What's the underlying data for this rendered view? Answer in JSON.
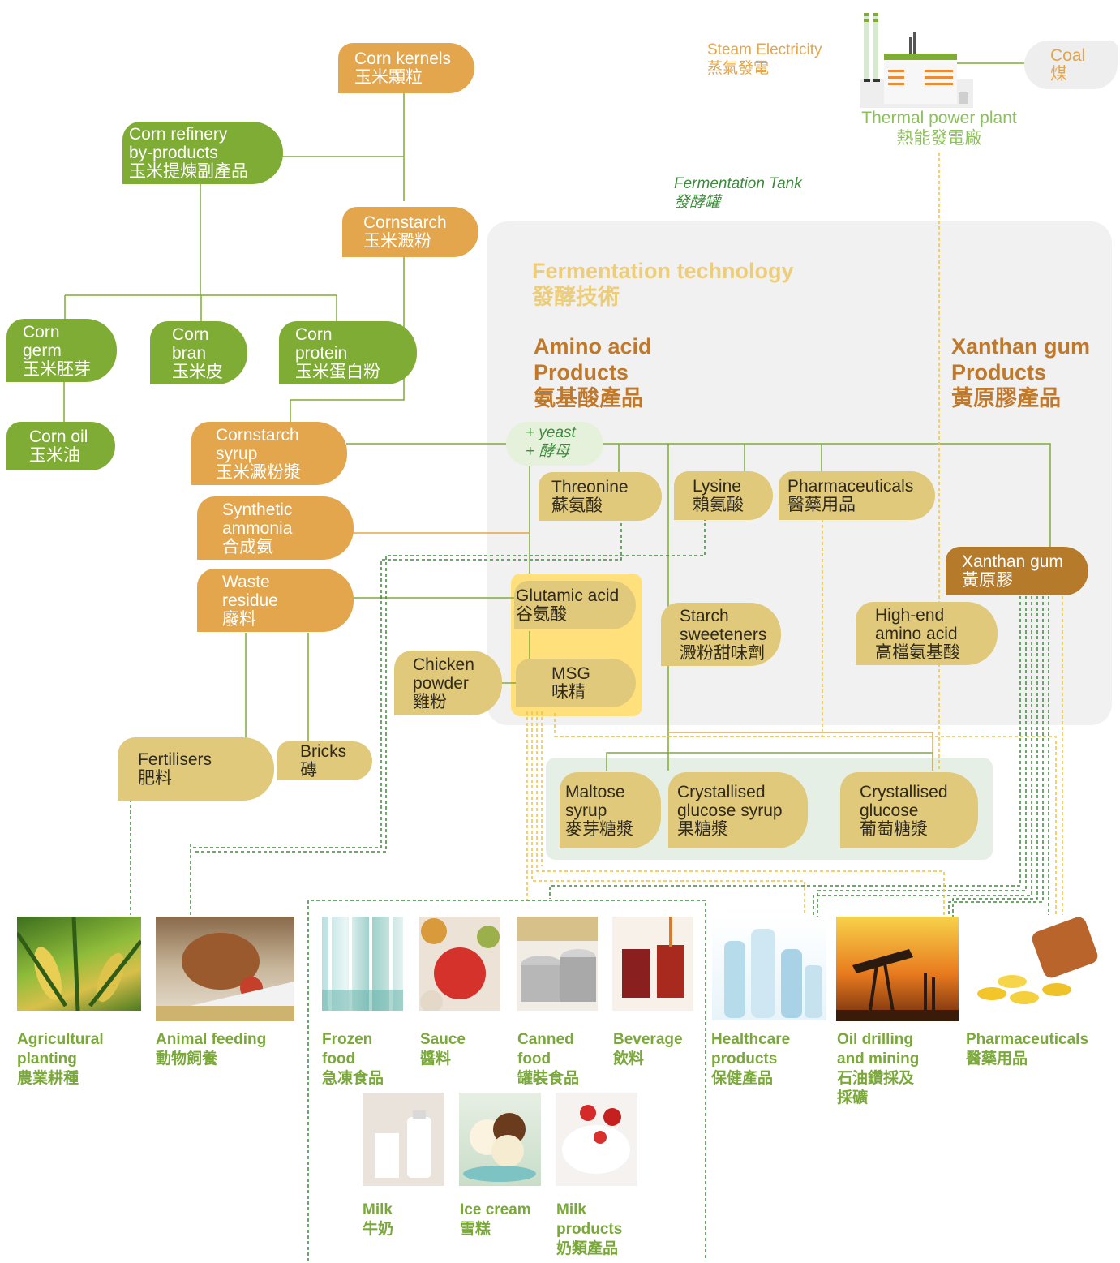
{
  "header": {
    "steam_en": "Steam Electricity",
    "steam_zh": "蒸氣發電",
    "coal_en": "Coal",
    "coal_zh": "煤",
    "plant_en": "Thermal power plant",
    "plant_zh": "熱能發電廠",
    "tank_en": "Fermentation Tank",
    "tank_zh": "發酵罐"
  },
  "fermentation": {
    "title_en": "Fermentation technology",
    "title_zh": "發酵技術",
    "amino_en1": "Amino acid",
    "amino_en2": "Products",
    "amino_zh": "氨基酸產品",
    "xanthan_en1": "Xanthan gum",
    "xanthan_en2": "Products",
    "xanthan_zh": "黃原膠產品",
    "yeast_en": "+ yeast",
    "yeast_zh": "+ 酵母"
  },
  "nodes": {
    "corn_kernels": [
      "Corn kernels",
      "玉米顆粒"
    ],
    "corn_refinery": [
      "Corn refinery",
      "by-products",
      "玉米提煉副產品"
    ],
    "cornstarch": [
      "Cornstarch",
      "玉米澱粉"
    ],
    "corn_germ": [
      "Corn",
      "germ",
      "玉米胚芽"
    ],
    "corn_bran": [
      "Corn",
      "bran",
      "玉米皮"
    ],
    "corn_protein": [
      "Corn",
      "protein",
      "玉米蛋白粉"
    ],
    "corn_oil": [
      "Corn oil",
      "玉米油"
    ],
    "cornstarch_syrup": [
      "Cornstarch",
      "syrup",
      "玉米澱粉漿"
    ],
    "synthetic_ammonia": [
      "Synthetic",
      "ammonia",
      "合成氨"
    ],
    "waste_residue": [
      "Waste",
      "residue",
      "廢料"
    ],
    "fertilisers": [
      "Fertilisers",
      "肥料"
    ],
    "bricks": [
      "Bricks",
      "磚"
    ],
    "threonine": [
      "Threonine",
      "蘇氨酸"
    ],
    "lysine": [
      "Lysine",
      "賴氨酸"
    ],
    "pharmaceuticals_node": [
      "Pharmaceuticals",
      "醫藥用品"
    ],
    "xanthan_gum": [
      "Xanthan gum",
      "黃原膠"
    ],
    "glutamic_acid": [
      "Glutamic acid",
      "谷氨酸"
    ],
    "msg": [
      "MSG",
      "味精"
    ],
    "chicken_powder": [
      "Chicken",
      "powder",
      "雞粉"
    ],
    "starch_sweeteners": [
      "Starch",
      "sweeteners",
      "澱粉甜味劑"
    ],
    "high_end_amino": [
      "High-end",
      "amino acid",
      "高檔氨基酸"
    ],
    "maltose_syrup": [
      "Maltose",
      "syrup",
      "麥芽糖漿"
    ],
    "crystallised_glucose_syrup": [
      "Crystallised",
      "glucose syrup",
      "果糖漿"
    ],
    "crystallised_glucose": [
      "Crystallised",
      "glucose",
      "葡萄糖漿"
    ]
  },
  "applications": [
    {
      "id": "agri",
      "lines": [
        "Agricultural",
        "planting",
        "農業耕種"
      ],
      "icon": "corn-field-icon"
    },
    {
      "id": "animal",
      "lines": [
        "Animal feeding",
        "動物飼養"
      ],
      "icon": "chicken-icon"
    },
    {
      "id": "frozen",
      "lines": [
        "Frozen",
        "food",
        "急凍食品"
      ],
      "icon": "freezer-icon"
    },
    {
      "id": "sauce",
      "lines": [
        "Sauce",
        "醬料"
      ],
      "icon": "sauce-bowls-icon"
    },
    {
      "id": "canned",
      "lines": [
        "Canned",
        "food",
        "罐裝食品"
      ],
      "icon": "cans-icon"
    },
    {
      "id": "beverage",
      "lines": [
        "Beverage",
        "飲料"
      ],
      "icon": "drink-glass-icon"
    },
    {
      "id": "healthcare",
      "lines": [
        "Healthcare",
        "products",
        "保健產品"
      ],
      "icon": "bottles-icon"
    },
    {
      "id": "oil",
      "lines": [
        "Oil drilling",
        "and mining",
        "石油鑽採及",
        "採礦"
      ],
      "icon": "oil-pump-icon"
    },
    {
      "id": "pharma",
      "lines": [
        "Pharmaceuticals",
        "醫藥用品"
      ],
      "icon": "pills-icon"
    },
    {
      "id": "milk",
      "lines": [
        "Milk",
        "牛奶"
      ],
      "icon": "milk-bottle-icon"
    },
    {
      "id": "icecream",
      "lines": [
        "Ice cream",
        "雪糕"
      ],
      "icon": "ice-cream-icon"
    },
    {
      "id": "milkprod",
      "lines": [
        "Milk",
        "products",
        "奶類產品"
      ],
      "icon": "yogurt-icon"
    }
  ],
  "colors": {
    "green": "#7fac34",
    "orange": "#e3a64c",
    "beige": "#e0c97a",
    "brown": "#b57a2a",
    "caption_green": "#7aa93a",
    "highlight": "#ffe07a",
    "panel_grey": "#f1f1f1",
    "panel_mint": "#e5efe6"
  }
}
